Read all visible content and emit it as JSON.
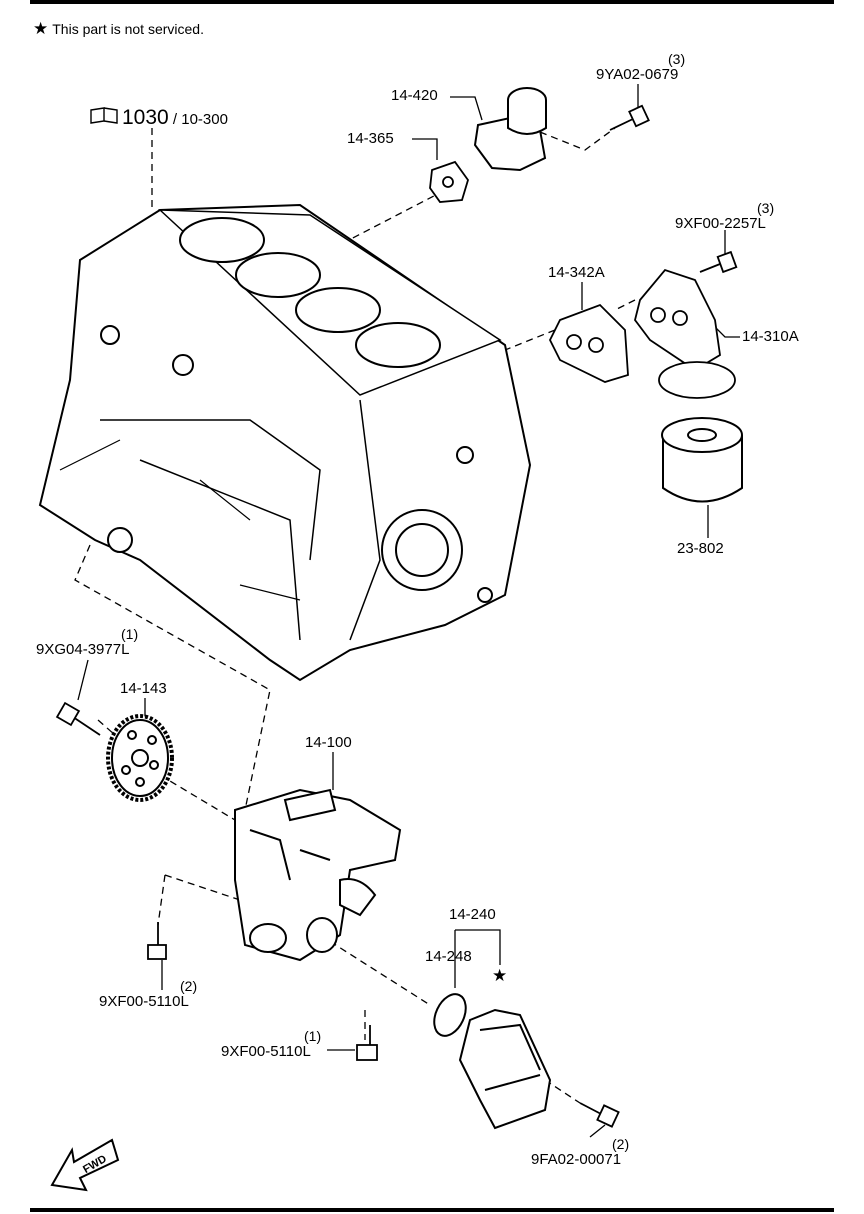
{
  "note": {
    "star": "★",
    "text": "This part is not serviced."
  },
  "reference": {
    "main": "1030",
    "sub": " / 10-300",
    "icon": "book-icon"
  },
  "callouts": {
    "p14_420": "14-420",
    "p14_365": "14-365",
    "p9ya02_0679": "9YA02-0679",
    "q9ya02_0679": "(3)",
    "p9xf00_2257l": "9XF00-2257L",
    "q9xf00_2257l": "(3)",
    "p14_342a": "14-342A",
    "p14_310a": "14-310A",
    "p23_802": "23-802",
    "p9xg04_3977l": "9XG04-3977L",
    "q9xg04_3977l": "(1)",
    "p14_143": "14-143",
    "p14_100": "14-100",
    "p14_240": "14-240",
    "p14_248": "14-248",
    "p9xf00_5110l_a": "9XF00-5110L",
    "q9xf00_5110l_a": "(2)",
    "p9xf00_5110l_b": "9XF00-5110L",
    "q9xf00_5110l_b": "(1)",
    "p9fa02_00071": "9FA02-00071",
    "q9fa02_00071": "(2)",
    "star_marker": "★"
  },
  "fwd": {
    "text": "FWD",
    "icon": "fwd-arrow-icon"
  }
}
